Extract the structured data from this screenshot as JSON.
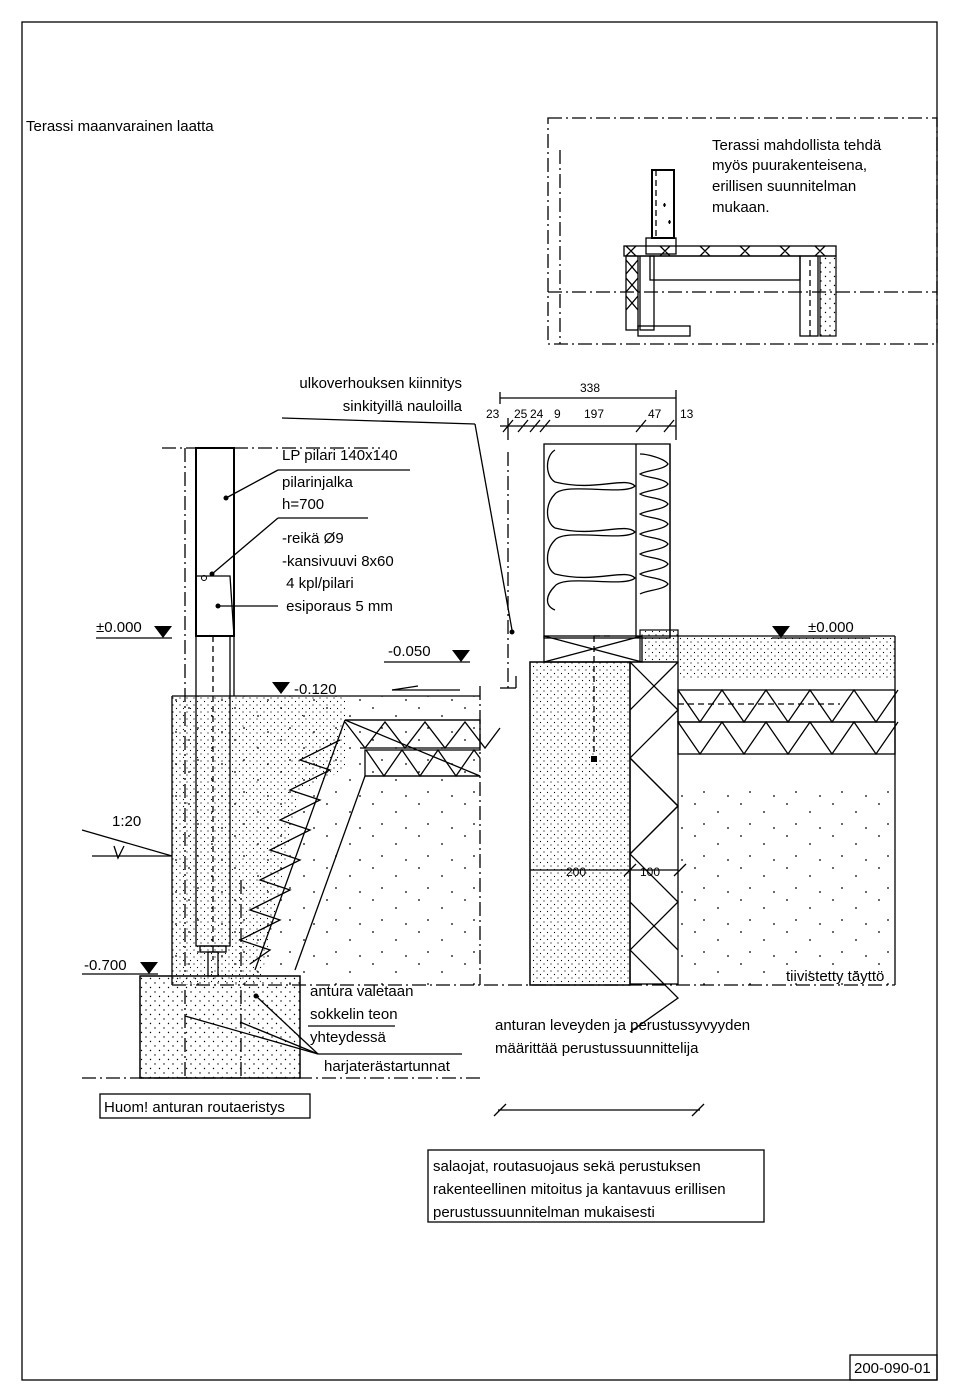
{
  "title_note": "Terassi maanvarainen laatta",
  "inset_note": [
    "Terassi mahdollista tehdä",
    "myös puurakenteisena,",
    "erillisen suunnitelman",
    "mukaan."
  ],
  "fixing_note": [
    "ulkoverhouksen kiinnitys",
    "sinkityillä nauloilla"
  ],
  "post_note": "LP pilari 140x140",
  "base_note": [
    "pilarinjalka",
    "h=700"
  ],
  "bolt_note": [
    "-reikä Ø9",
    "-kansivuuvi 8x60",
    " 4 kpl/pilari",
    " esiporaus 5 mm"
  ],
  "levels": {
    "left_zero": "±0.000",
    "right_zero": "±0.000",
    "minus_050": "-0.050",
    "minus_120": "-0.120",
    "minus_700": "-0.700"
  },
  "slope": "1:20",
  "dimensions": {
    "total": "338",
    "parts": [
      "23",
      "25",
      "24",
      "9",
      "197",
      "47",
      "13"
    ],
    "foundation": [
      "200",
      "100"
    ]
  },
  "footing_note": [
    "antura valetaan",
    "sokkelin teon",
    "yhteydessä"
  ],
  "rebar_note": "harjaterästartunnat",
  "frost_note": "Huom! anturan routaeristys",
  "width_note": [
    "anturan leveyden ja perustussyvyyden",
    "määrittää perustussuunnittelija"
  ],
  "fill_note": "tiivistetty täyttö",
  "design_note": [
    "salaojat, routasuojaus sekä perustuksen",
    "rakenteellinen mitoitus ja kantavuus erillisen",
    "perustussuunnitelman mukaisesti"
  ],
  "drawing_no": "200-090-01"
}
